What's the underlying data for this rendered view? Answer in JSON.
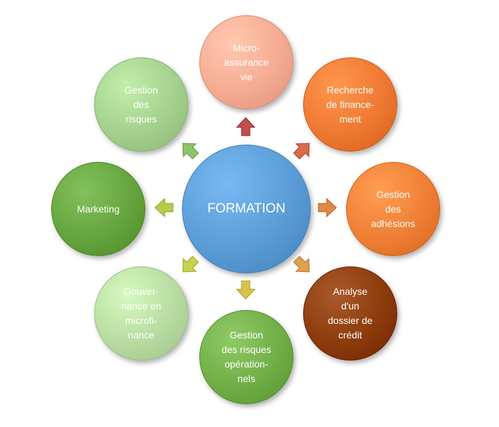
{
  "center": {
    "label": "FORMATION",
    "color": "#5b9bd5"
  },
  "nodes": [
    {
      "label": "Micro-\nassurance\nvie",
      "color": "#f4ab92"
    },
    {
      "label": "Recherche\nde finance-\nment",
      "color": "#ee7831"
    },
    {
      "label": "Gestion\ndes\nadhésions",
      "color": "#ee7f35"
    },
    {
      "label": "Analyse\nd'un\ndossier de\ncrédit",
      "color": "#8c3b0c"
    },
    {
      "label": "Gestion\ndes risques\nopération-\nnels",
      "color": "#70ad47"
    },
    {
      "label": "Gouver-\nnance en\nmicrofi-\nnance",
      "color": "#b7dba0"
    },
    {
      "label": "Marketing",
      "color": "#65a33e"
    },
    {
      "label": "Gestion\ndes\nrisques",
      "color": "#a3d08c"
    }
  ],
  "arrows": [
    {
      "direction": "up",
      "color": "#c0504d"
    },
    {
      "direction": "up-right",
      "color": "#d86a4e"
    },
    {
      "direction": "right",
      "color": "#e0884a"
    },
    {
      "direction": "down-right",
      "color": "#dfa152"
    },
    {
      "direction": "down",
      "color": "#d9c24c"
    },
    {
      "direction": "down-left",
      "color": "#c6d250"
    },
    {
      "direction": "left",
      "color": "#b4cc4a"
    },
    {
      "direction": "up-left",
      "color": "#8dc46b"
    }
  ]
}
